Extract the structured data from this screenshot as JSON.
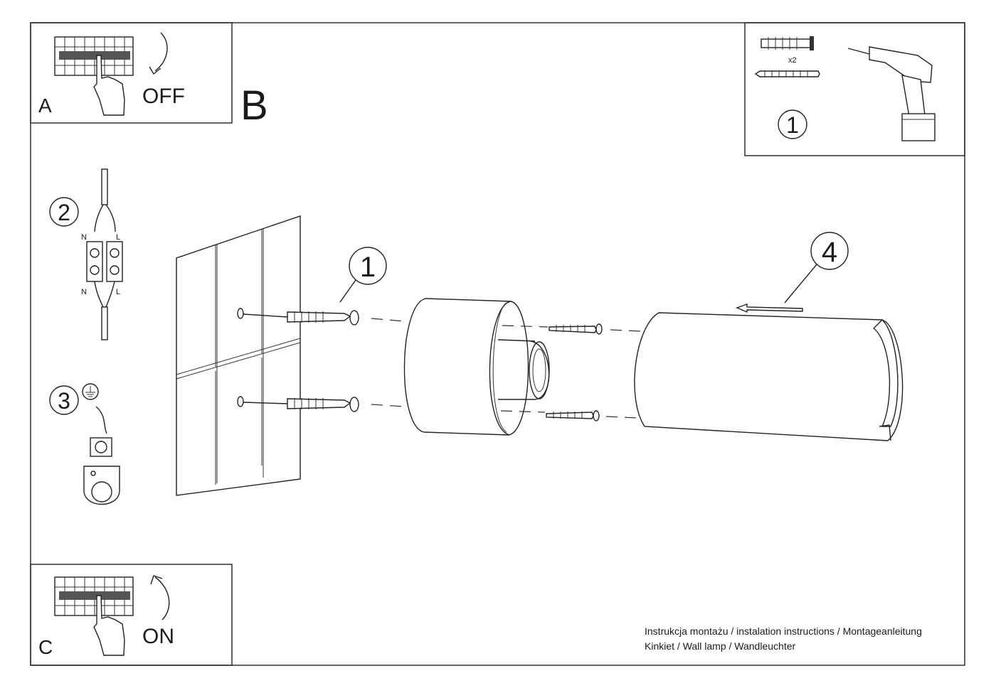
{
  "panels": {
    "a": {
      "letter": "A",
      "action": "OFF"
    },
    "b": {
      "letter": "B"
    },
    "c": {
      "letter": "C",
      "action": "ON"
    }
  },
  "tools": {
    "step": "1",
    "quantity": "x2",
    "icons": [
      "wall-plug-icon",
      "screw-icon",
      "drill-icon"
    ]
  },
  "wiring": {
    "step": "2",
    "terminal_labels": [
      "N",
      "L",
      "N",
      "L"
    ]
  },
  "earth": {
    "step": "3",
    "icon": "earth-ground-icon"
  },
  "assembly": {
    "callout_plugs": "1",
    "callout_shade": "4"
  },
  "footer": {
    "line1": "Instrukcja montażu / instalation instructions / Montageanleitung",
    "line2": "Kinkiet / Wall lamp / Wandleuchter"
  }
}
